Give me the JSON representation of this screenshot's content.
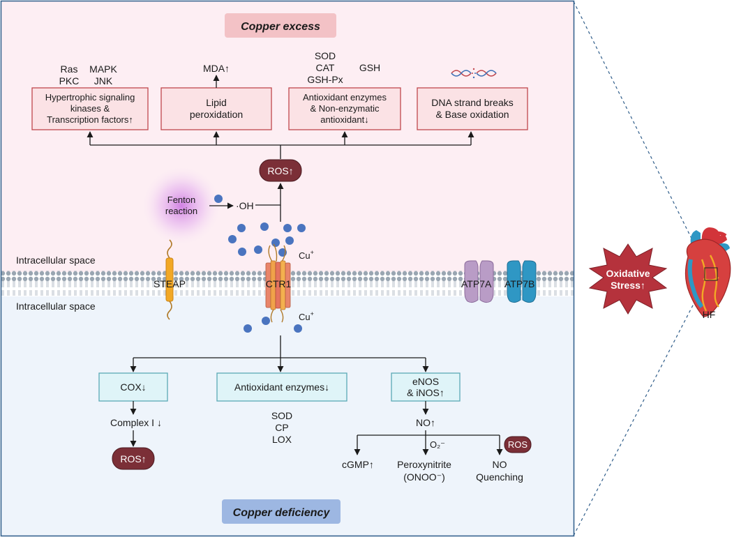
{
  "title_top": "Copper excess",
  "title_bottom": "Copper deficiency",
  "space_label_top": "Intracellular space",
  "space_label_bottom": "Intracellular space",
  "effects": {
    "signaling": {
      "above": [
        "Ras",
        "MAPK",
        "PKC",
        "JNK"
      ],
      "box": [
        "Hypertrophic signaling",
        "kinases &",
        "Transcription factors↑"
      ]
    },
    "lipid": {
      "above": [
        "MDA↑"
      ],
      "box": [
        "Lipid",
        "peroxidation"
      ]
    },
    "antioxidant": {
      "above": [
        "SOD",
        "CAT",
        "GSH-Px",
        "GSH"
      ],
      "box": [
        "Antioxidant enzymes",
        "& Non-enzymatic",
        "antioxidant↓"
      ]
    },
    "dna": {
      "above": [],
      "box": [
        "DNA strand breaks",
        "& Base oxidation"
      ]
    }
  },
  "ros_top": "ROS↑",
  "fenton": [
    "Fenton",
    "reaction"
  ],
  "hydroxyl": "·OH",
  "cu_ion": "Cu",
  "cu_charge": "+",
  "transporters": {
    "steap": "STEAP",
    "ctr1": "CTR1",
    "atp7a": "ATP7A",
    "atp7b": "ATP7B"
  },
  "deficiency": {
    "cox": "COX↓",
    "complex": "Complex I ↓",
    "ros": "ROS↑",
    "antioxidant": "Antioxidant enzymes↓",
    "enzymes": [
      "SOD",
      "CP",
      "LOX"
    ],
    "enos": [
      "eNOS",
      "& iNOS↑"
    ],
    "no": "NO↑",
    "superoxide": "O₂⁻",
    "ros_badge": "ROS",
    "cgmp": "cGMP↑",
    "peroxynitrite": [
      "Peroxynitrite",
      "(ONOO⁻)"
    ],
    "quenching": [
      "NO",
      "Quenching"
    ]
  },
  "oxidative_stress": [
    "Oxidative",
    "Stress↑"
  ],
  "heart_label": "HF",
  "colors": {
    "excess_bg": "#fdeef3",
    "deficiency_bg": "#eef4fb",
    "box_fill": "#fbe2e5",
    "box_stroke": "#c0474d",
    "blue_box_fill": "#dff4f8",
    "blue_box_stroke": "#5aa9b5",
    "ros_fill": "#7b2f37",
    "copper_ion": "#4a74bf",
    "star": "#b5323c",
    "frame": "#2f5d8a"
  }
}
